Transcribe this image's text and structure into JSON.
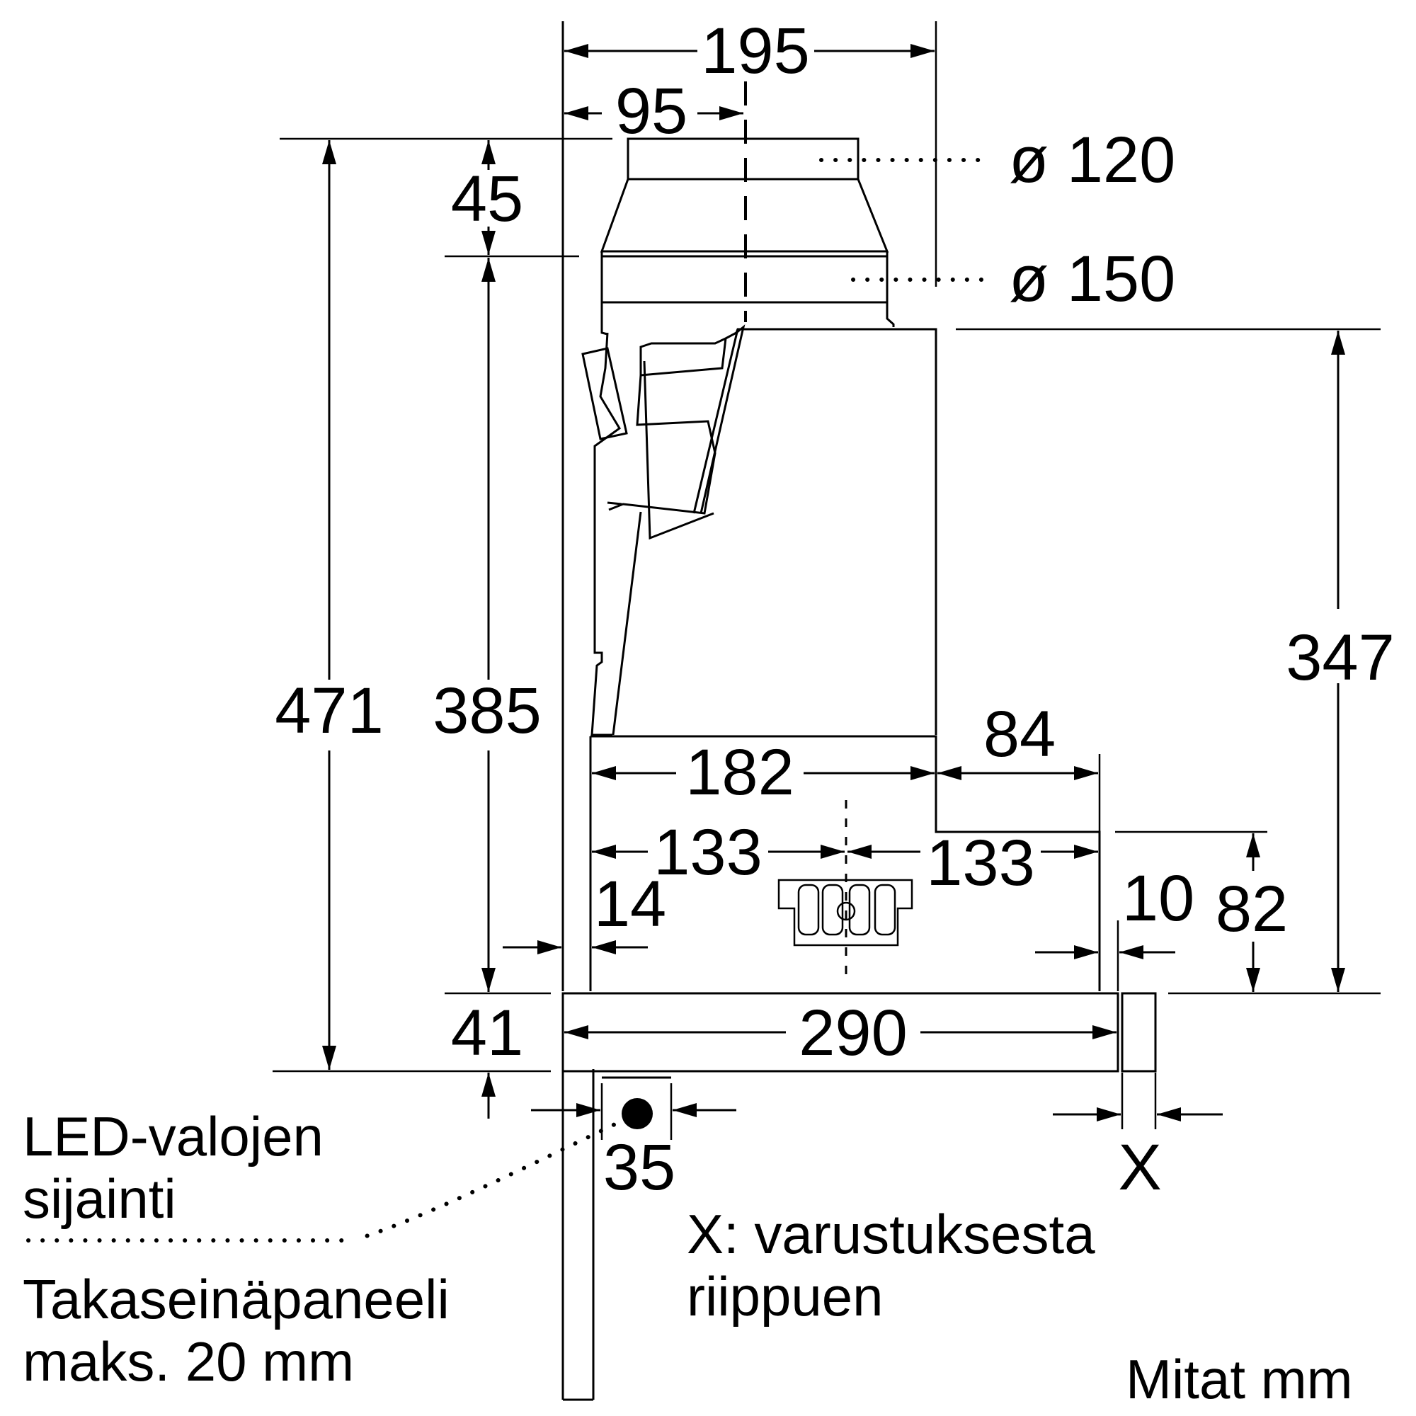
{
  "dimensions": {
    "d195": "195",
    "d95": "95",
    "d45": "45",
    "d471": "471",
    "d385": "385",
    "d347": "347",
    "d84": "84",
    "d182": "182",
    "d133_left": "133",
    "d133_right": "133",
    "d14": "14",
    "d10": "10",
    "d82": "82",
    "d41": "41",
    "d290": "290",
    "d35": "35",
    "dX": "X"
  },
  "diameters": {
    "upper": "ø 120",
    "lower": "ø 150"
  },
  "labels": {
    "led_line1": "LED-valojen",
    "led_line2": "sijainti",
    "panel_line1": "Takaseinäpaneeli",
    "panel_line2": "maks. 20 mm",
    "x_note_line1": "X: varustuksesta",
    "x_note_line2": "riippuen",
    "units": "Mitat mm"
  }
}
